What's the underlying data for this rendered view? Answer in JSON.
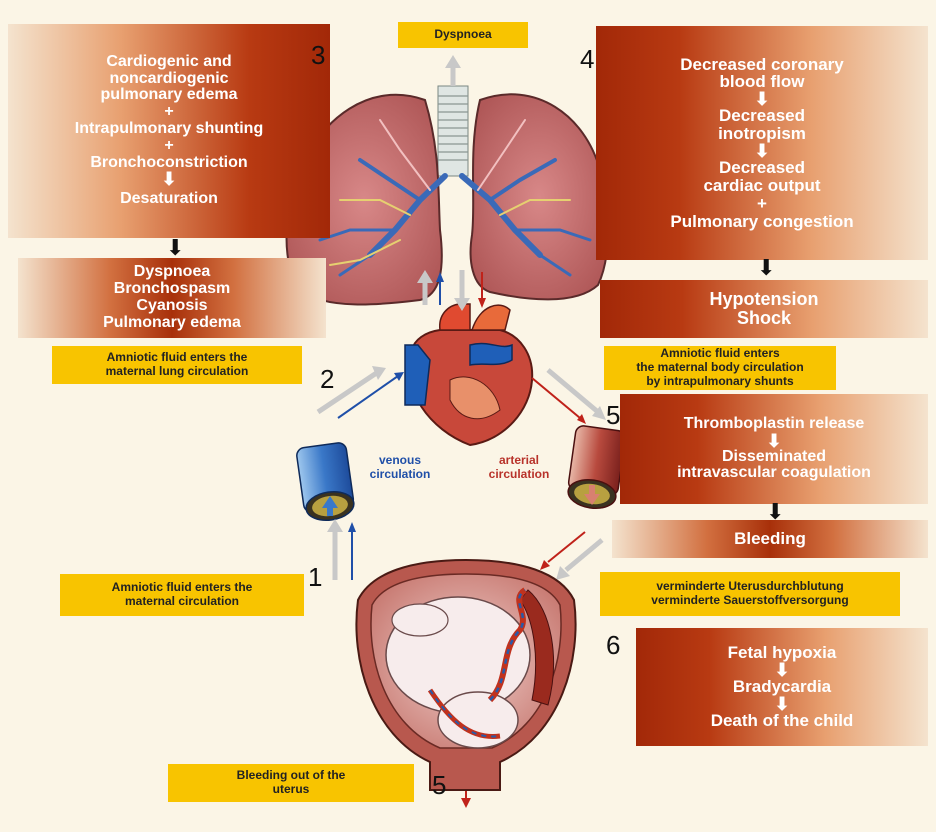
{
  "top_label": "Dyspnoea",
  "box3": {
    "number": "3",
    "lines": [
      "Cardiogenic and",
      "noncardiogenic",
      "pulmonary edema",
      "+",
      "Intrapulmonary shunting",
      "+",
      "Bronchoconstriction"
    ],
    "after": "Desaturation"
  },
  "box3b": {
    "lines": [
      "Dyspnoea",
      "Bronchospasm",
      "Cyanosis",
      "Pulmonary edema"
    ]
  },
  "box4": {
    "number": "4",
    "step1": [
      "Decreased coronary",
      "blood flow"
    ],
    "step2": [
      "Decreased",
      "inotropism"
    ],
    "step3": [
      "Decreased",
      "cardiac output",
      "+",
      "Pulmonary congestion"
    ]
  },
  "box4b": {
    "lines": [
      "Hypotension",
      "Shock"
    ]
  },
  "yellow": {
    "lung": "Amniotic fluid enters the\nmaternal lung circulation",
    "body": "Amniotic fluid enters\nthe maternal body circulation\nby intrapulmonary shunts",
    "maternal": "Amniotic fluid enters the\nmaternal circulation",
    "uterus_perfusion": "verminderte Uterusdurchblutung\nverminderte Sauerstoffversorgung",
    "bleeding_out": "Bleeding out of the\nuterus"
  },
  "numbers": {
    "n1": "1",
    "n2": "2",
    "n5a": "5",
    "n5b": "5",
    "n6": "6"
  },
  "venous_label": "venous\ncirculation",
  "arterial_label": "arterial\ncirculation",
  "box5": {
    "step1": "Thromboplastin release",
    "step2": [
      "Disseminated",
      "intravascular coagulation"
    ]
  },
  "box5b": "Bleeding",
  "box6": {
    "steps": [
      "Fetal hypoxia",
      "Bradycardia",
      "Death of the child"
    ]
  },
  "colors": {
    "venous": "#1f4fa8",
    "arterial": "#b8322a",
    "yellow": "#f8c400",
    "lung": "#c46a6a"
  }
}
